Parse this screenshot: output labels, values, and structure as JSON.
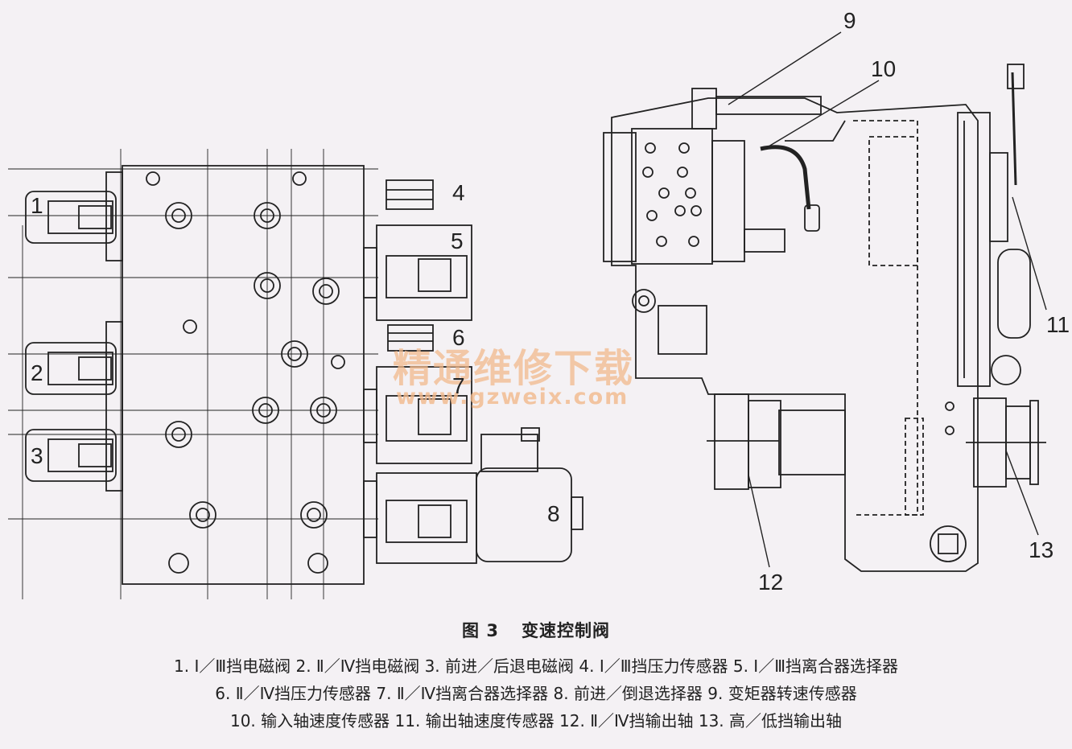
{
  "labels": {
    "l1": "1",
    "l2": "2",
    "l3": "3",
    "l4": "4",
    "l5": "5",
    "l6": "6",
    "l7": "7",
    "l8": "8",
    "l9": "9",
    "l10": "10",
    "l11": "11",
    "l12": "12",
    "l13": "13"
  },
  "caption": {
    "figure": "图 3",
    "title": "变速控制阀"
  },
  "legend_lines": [
    "1. Ⅰ／Ⅲ挡电磁阀 2. Ⅱ／Ⅳ挡电磁阀 3. 前进／后退电磁阀 4. Ⅰ／Ⅲ挡压力传感器 5. Ⅰ／Ⅲ挡离合器选择器",
    "6. Ⅱ／Ⅳ挡压力传感器 7. Ⅱ／Ⅳ挡离合器选择器 8. 前进／倒退选择器 9. 变矩器转速传感器",
    "10. 输入轴速度传感器 11. 输出轴速度传感器 12. Ⅱ／Ⅳ挡输出轴  13. 高／低挡输出轴"
  ],
  "watermark": {
    "text": "精通维修下载",
    "url": "www.gzweix.com"
  },
  "colors": {
    "line": "#222222",
    "watermark": "#f2b98c",
    "background": "#f4f1f4"
  }
}
